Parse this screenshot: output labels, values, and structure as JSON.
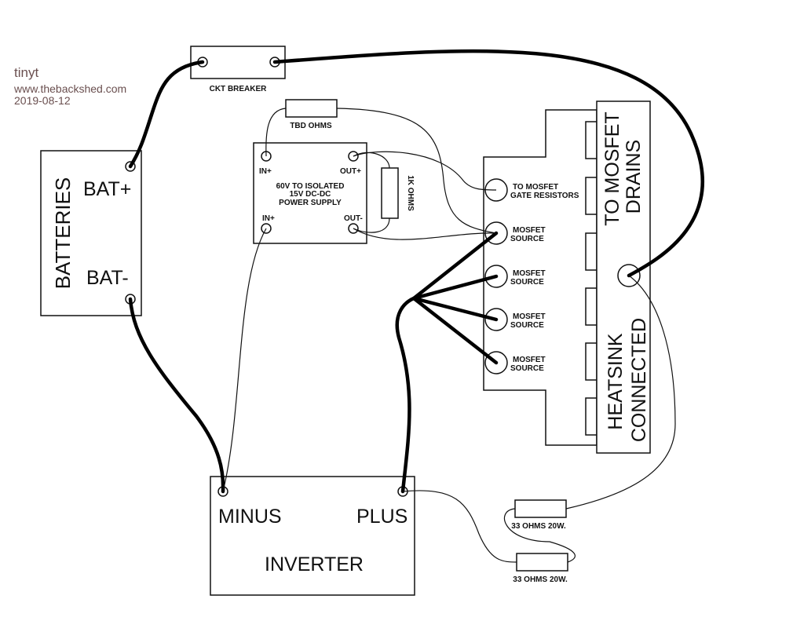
{
  "watermark": {
    "user": "tinyt",
    "site": "www.thebackshed.com",
    "date": "2019-08-12"
  },
  "components": {
    "breaker": {
      "label": "CKT BREAKER"
    },
    "batteries": {
      "title": "BATTERIES",
      "plus": "BAT+",
      "minus": "BAT-"
    },
    "tbd_resistor": {
      "label": "TBD OHMS"
    },
    "power_supply": {
      "line1": "60V TO ISOLATED",
      "line2": "15V DC-DC",
      "line3": "POWER SUPPLY",
      "in_plus_top": "IN+",
      "in_plus_bottom": "IN+",
      "out_plus": "OUT+",
      "out_minus": "OUT-"
    },
    "load_resistor": {
      "label": "1K OHMS"
    },
    "mosfet_board": {
      "gate": {
        "line1": "TO MOSFET",
        "line2": "GATE RESISTORS"
      },
      "sources": [
        {
          "line1": "MOSFET",
          "line2": "SOURCE"
        },
        {
          "line1": "MOSFET",
          "line2": "SOURCE"
        },
        {
          "line1": "MOSFET",
          "line2": "SOURCE"
        },
        {
          "line1": "MOSFET",
          "line2": "SOURCE"
        }
      ]
    },
    "heatsink": {
      "drains_line1": "TO MOSFET",
      "drains_line2": "DRAINS",
      "heatsink_line1": "HEATSINK",
      "heatsink_line2": "CONNECTED"
    },
    "inverter": {
      "title": "INVERTER",
      "minus": "MINUS",
      "plus": "PLUS"
    },
    "resistor_33_a": {
      "label": "33 OHMS 20W."
    },
    "resistor_33_b": {
      "label": "33 OHMS 20W."
    }
  }
}
